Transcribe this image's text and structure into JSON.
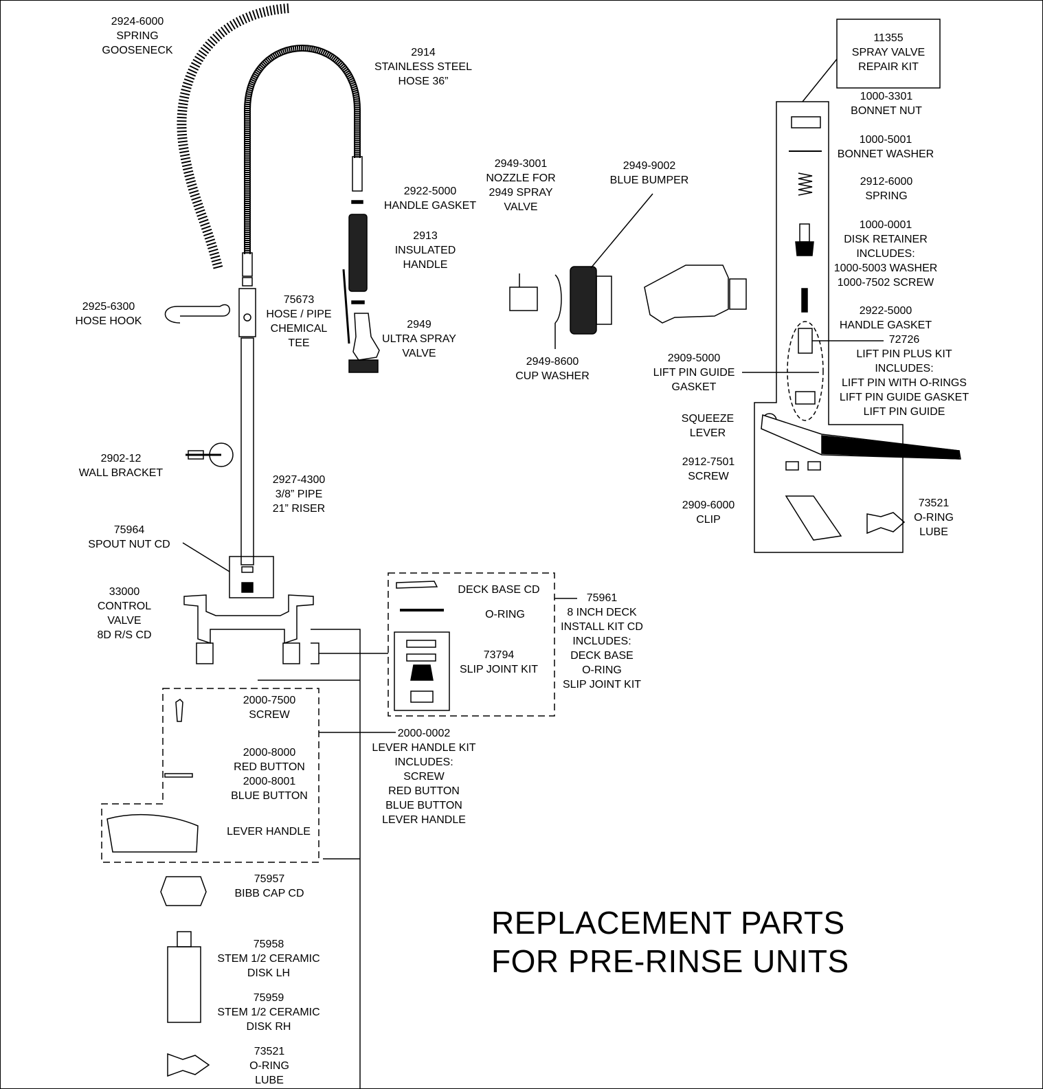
{
  "title": [
    "REPLACEMENT PARTS",
    "FOR PRE-RINSE UNITS"
  ],
  "parts": {
    "spring_gooseneck": [
      "2924-6000",
      "SPRING",
      "GOOSENECK"
    ],
    "ss_hose": [
      "2914",
      "STAINLESS STEEL",
      "HOSE 36”"
    ],
    "handle_gasket_top": [
      "2922-5000",
      "HANDLE GASKET"
    ],
    "insulated_handle": [
      "2913",
      "INSULATED",
      "HANDLE"
    ],
    "hose_hook": [
      "2925-6300",
      "HOSE HOOK"
    ],
    "chemical_tee": [
      "75673",
      "HOSE / PIPE",
      "CHEMICAL",
      "TEE"
    ],
    "ultra_spray_valve": [
      "2949",
      "ULTRA SPRAY",
      "VALVE"
    ],
    "nozzle": [
      "2949-3001",
      "NOZZLE FOR",
      "2949 SPRAY",
      "VALVE"
    ],
    "blue_bumper": [
      "2949-9002",
      "BLUE BUMPER"
    ],
    "cup_washer": [
      "2949-8600",
      "CUP WASHER"
    ],
    "lift_pin_guide_gasket": [
      "2909-5000",
      "LIFT PIN GUIDE",
      "GASKET"
    ],
    "wall_bracket": [
      "2902-12",
      "WALL BRACKET"
    ],
    "pipe_riser": [
      "2927-4300",
      "3/8” PIPE",
      "21” RISER"
    ],
    "spout_nut": [
      "75964",
      "SPOUT NUT CD"
    ],
    "control_valve": [
      "33000",
      "CONTROL",
      "VALVE",
      "8D R/S CD"
    ],
    "repair_kit": [
      "11355",
      "SPRAY VALVE",
      "REPAIR KIT"
    ],
    "bonnet_nut": [
      "1000-3301",
      "BONNET NUT"
    ],
    "bonnet_washer": [
      "1000-5001",
      "BONNET WASHER"
    ],
    "spring": [
      "2912-6000",
      "SPRING"
    ],
    "disk_retainer": [
      "1000-0001",
      "DISK RETAINER",
      "INCLUDES:",
      "1000-5003 WASHER",
      "1000-7502 SCREW"
    ],
    "handle_gasket_kit": [
      "2922-5000",
      "HANDLE GASKET"
    ],
    "lift_pin_plus_kit": [
      "72726",
      "LIFT PIN PLUS KIT",
      "INCLUDES:",
      "LIFT PIN WITH O-RINGS",
      "LIFT PIN GUIDE GASKET",
      "LIFT PIN GUIDE"
    ],
    "squeeze_lever": [
      "SQUEEZE",
      "LEVER"
    ],
    "screw_lever": [
      "2912-7501",
      "SCREW"
    ],
    "clip": [
      "2909-6000",
      "CLIP"
    ],
    "oring_lube_right": [
      "73521",
      "O-RING",
      "LUBE"
    ],
    "deck_base": [
      "DECK BASE CD"
    ],
    "oring": [
      "O-RING"
    ],
    "slip_joint": [
      "73794",
      "SLIP JOINT KIT"
    ],
    "deck_kit": [
      "75961",
      "8 INCH DECK",
      "INSTALL KIT CD",
      "INCLUDES:",
      "DECK BASE",
      "O-RING",
      "SLIP JOINT KIT"
    ],
    "screw_lever_kit": [
      "2000-7500",
      "SCREW"
    ],
    "buttons": [
      "2000-8000",
      "RED BUTTON",
      "2000-8001",
      "BLUE BUTTON"
    ],
    "lever_handle": [
      "LEVER HANDLE"
    ],
    "lever_handle_kit": [
      "2000-0002",
      "LEVER HANDLE KIT",
      "INCLUDES:",
      "SCREW",
      "RED BUTTON",
      "BLUE BUTTON",
      "LEVER HANDLE"
    ],
    "bibb_cap": [
      "75957",
      "BIBB CAP CD"
    ],
    "stem_lh": [
      "75958",
      "STEM 1/2 CERAMIC",
      "DISK LH"
    ],
    "stem_rh": [
      "75959",
      "STEM 1/2 CERAMIC",
      "DISK RH"
    ],
    "oring_lube_bottom": [
      "73521",
      "O-RING",
      "LUBE"
    ]
  }
}
